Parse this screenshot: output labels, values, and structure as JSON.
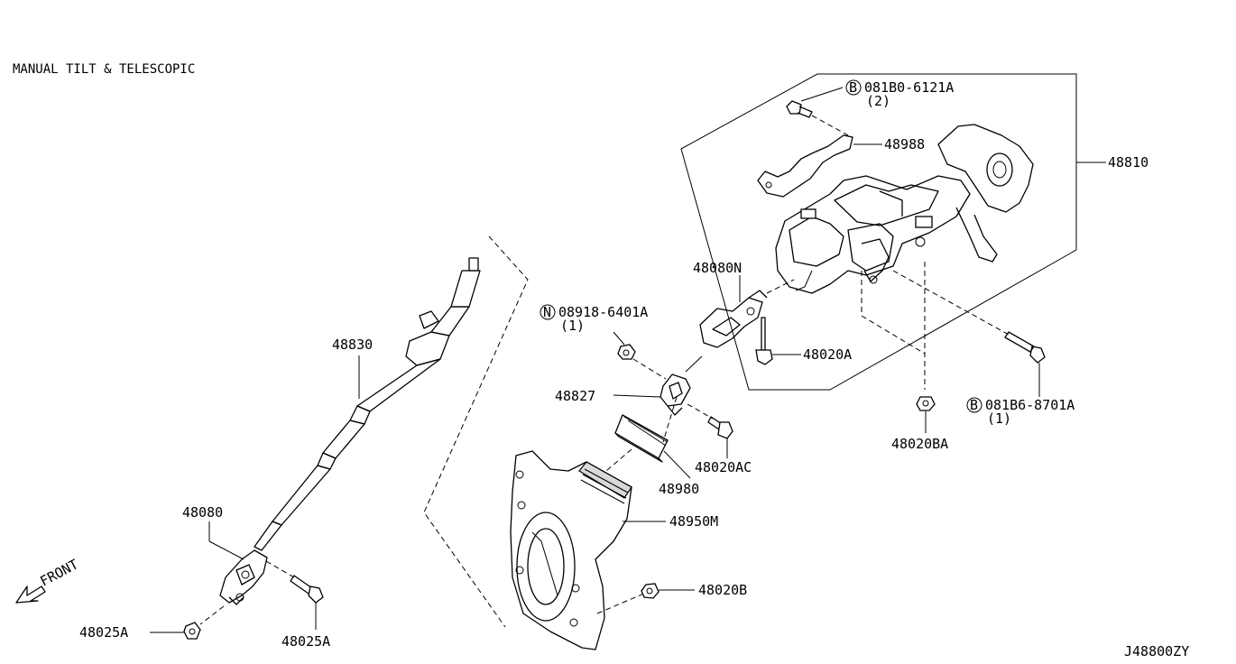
{
  "title": "MANUAL TILT & TELESCOPIC",
  "diagram_code": "J48800ZY",
  "front_label": "FRONT",
  "labels": {
    "p48810": "48810",
    "p48988": "48988",
    "p081B0": "081B0-6121A",
    "p081B0_qty": "(2)",
    "p48080N": "48080N",
    "p48020A": "48020A",
    "p081B6": "081B6-8701A",
    "p081B6_qty": "(1)",
    "p48020BA": "48020BA",
    "p08918": "08918-6401A",
    "p08918_qty": "(1)",
    "p48827": "48827",
    "p48020AC": "48020AC",
    "p48980": "48980",
    "p48950M": "48950M",
    "p48020B": "48020B",
    "p48830": "48830",
    "p48080": "48080",
    "p48025A_left": "48025A",
    "p48025A_right": "48025A"
  },
  "prefix_symbols": {
    "bolt_b": "B",
    "nut_n": "N"
  }
}
